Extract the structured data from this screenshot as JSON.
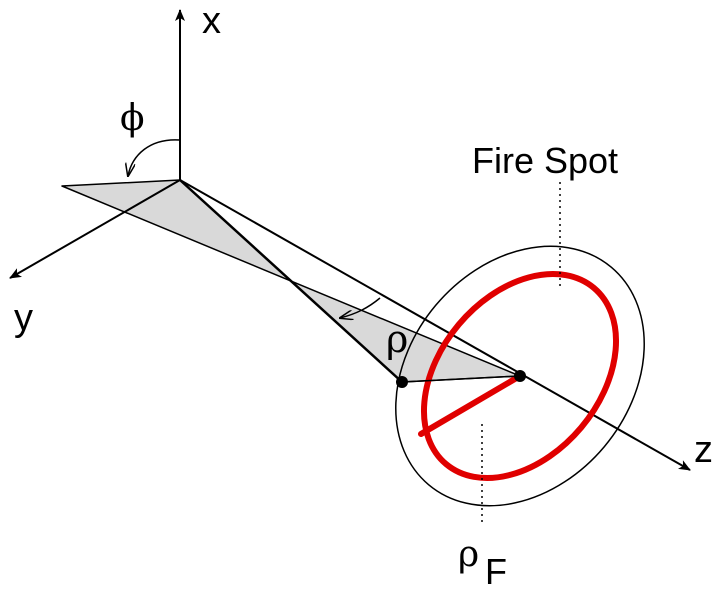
{
  "labels": {
    "x_axis": "x",
    "y_axis": "y",
    "z_axis": "z",
    "phi": "ϕ",
    "rho": "ρ",
    "rho_f_main": "ρ",
    "rho_f_sub": "F",
    "fire_spot": "Fire Spot"
  },
  "colors": {
    "line": "#000000",
    "plane_fill": "#d9d9d9",
    "fire_spot": "#e00000",
    "background": "#ffffff"
  }
}
